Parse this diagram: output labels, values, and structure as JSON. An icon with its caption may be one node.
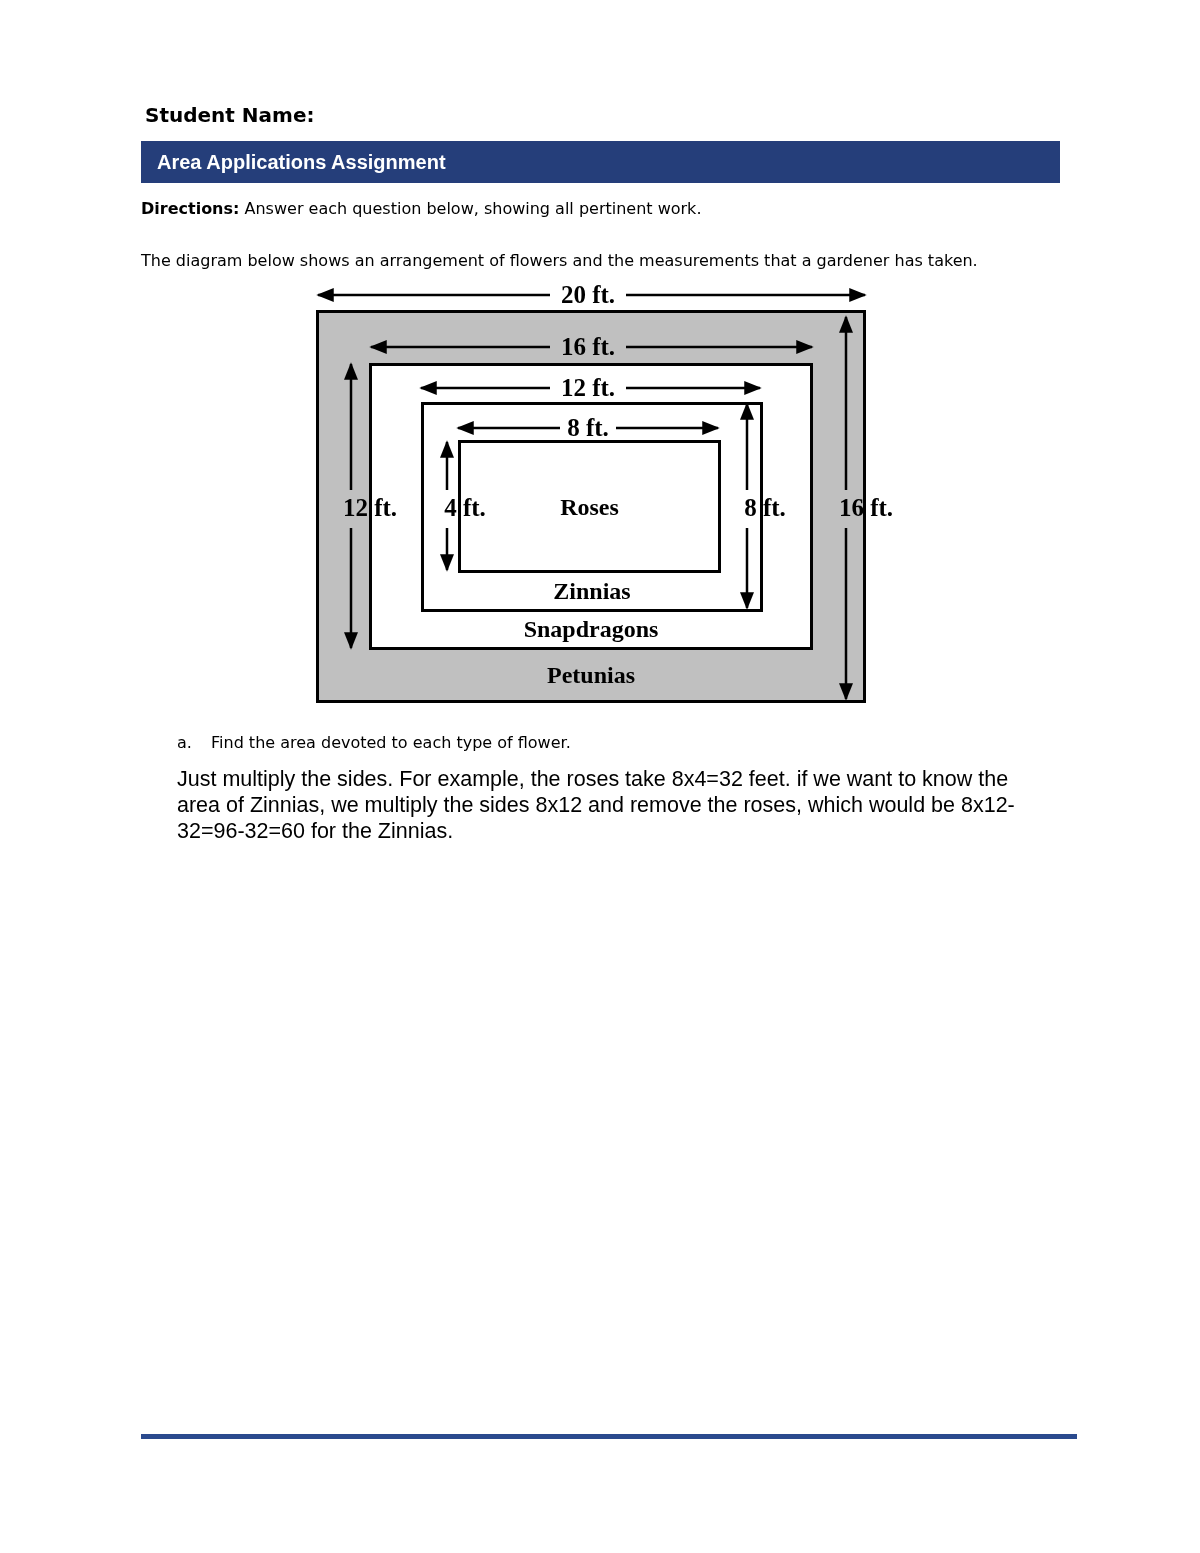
{
  "diagram": {
    "title": "Area Applications Assignment",
    "nodes": [
      {
        "text": [
          "Petunias"
        ]
      },
      {
        "text": [
          "Snapdragons"
        ],
        "in": 0
      },
      {
        "text": [
          "Zinnias"
        ],
        "in": 1
      },
      {
        "text": [
          "Roses"
        ],
        "in": 2
      }
    ],
    "labels": [
      "Student Name:",
      "**Directions:** Answer each question below, showing all pertinent work.",
      "The diagram below shows an arrangement of flowers and the measurements that a gardener has taken.",
      "20 ft.",
      "16 ft.",
      "12 ft.",
      "8 ft.",
      "12 ft.",
      "4 ft.",
      "8 ft.",
      "16 ft.",
      "a.",
      "Find the area devoted to each type of flower.",
      "Just multiply the sides. For example, the roses take 8x4=32 feet. if we want to know the area of Zinnias, we multiply the sides 8x12 and remove the roses, which would be 8x12-32=96-32=60 for the Zinnias."
    ]
  }
}
